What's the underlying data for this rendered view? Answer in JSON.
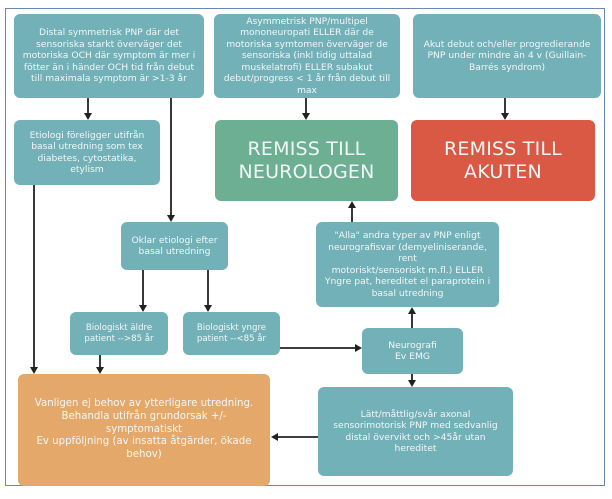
{
  "diagram": {
    "nodes": {
      "distal_symmetric": {
        "text": "Distal symmetrisk PNP där det\nsensoriska starkt överväger det\nmotoriska OCH där symptom är mer i\nfötter än i händer OCH tid från debut\ntill maximala symptom är  >1-3 år"
      },
      "asymmetric": {
        "text": "Asymmetrisk PNP/multipel\nmononeuropati ELLER där de\nmotoriska symtomen överväger de\nsensoriska (inkl tidig uttalad\nmuskelatrofi) ELLER subakut\ndebut/progress < 1 år från debut till\nmax"
      },
      "acute": {
        "text": "Akut debut och/eller progredierande\nPNP under mindre än 4 v (Guillain-\nBarrés syndrom)"
      },
      "etiology_known": {
        "text": "Etiologi föreligger utifrån\nbasal utredning som tex\ndiabetes, cytostatika,\netylism"
      },
      "referral_neurology": {
        "text": "REMISS TILL\nNEUROLOGEN",
        "color": "#6caf92"
      },
      "referral_emergency": {
        "text": "REMISS TILL\nAKUTEN",
        "color": "#d95944"
      },
      "unclear_etiology": {
        "text": "Oklar etiologi efter\nbasal utredning"
      },
      "all_other_types": {
        "text": "\"Alla\" andra typer av PNP enligt\nneurografisvar (demyeliniserande, rent\nmotoriskt/sensoriskt m.fl.) ELLER\nYngre pat, hereditet el paraprotein i\nbasal utredning"
      },
      "older_patient": {
        "text": "Biologiskt äldre\npatient -->85 år"
      },
      "younger_patient": {
        "text": "Biologiskt yngre\npatient --<85 år"
      },
      "neurography": {
        "text": "Neurografi\nEv EMG"
      },
      "no_further_workup": {
        "text": "Vanligen ej behov av ytterligare utredning.\nBehandla utifrån grundorsak +/-\nsymptomatiskt\nEv uppföljning (av insatta åtgärder, ökade\nbehov)",
        "color": "#e4a96a"
      },
      "axonal_pnp": {
        "text": "Lätt/måttlig/svår axonal\nsensorimotorisk PNP med sedvanlig\ndistal övervikt och >45år utan\nhereditet"
      }
    },
    "colors": {
      "node": "#72b1b8",
      "frame": "#6b86b8",
      "arrow": "#222222"
    },
    "edges": [
      {
        "from": "distal_symmetric",
        "to": "etiology_known"
      },
      {
        "from": "distal_symmetric",
        "to": "unclear_etiology"
      },
      {
        "from": "asymmetric",
        "to": "referral_neurology"
      },
      {
        "from": "acute",
        "to": "referral_emergency"
      },
      {
        "from": "etiology_known",
        "to": "no_further_workup"
      },
      {
        "from": "unclear_etiology",
        "to": "older_patient"
      },
      {
        "from": "unclear_etiology",
        "to": "younger_patient"
      },
      {
        "from": "older_patient",
        "to": "no_further_workup"
      },
      {
        "from": "younger_patient",
        "to": "neurography"
      },
      {
        "from": "neurography",
        "to": "all_other_types"
      },
      {
        "from": "neurography",
        "to": "axonal_pnp"
      },
      {
        "from": "all_other_types",
        "to": "referral_neurology"
      },
      {
        "from": "axonal_pnp",
        "to": "no_further_workup"
      }
    ]
  }
}
